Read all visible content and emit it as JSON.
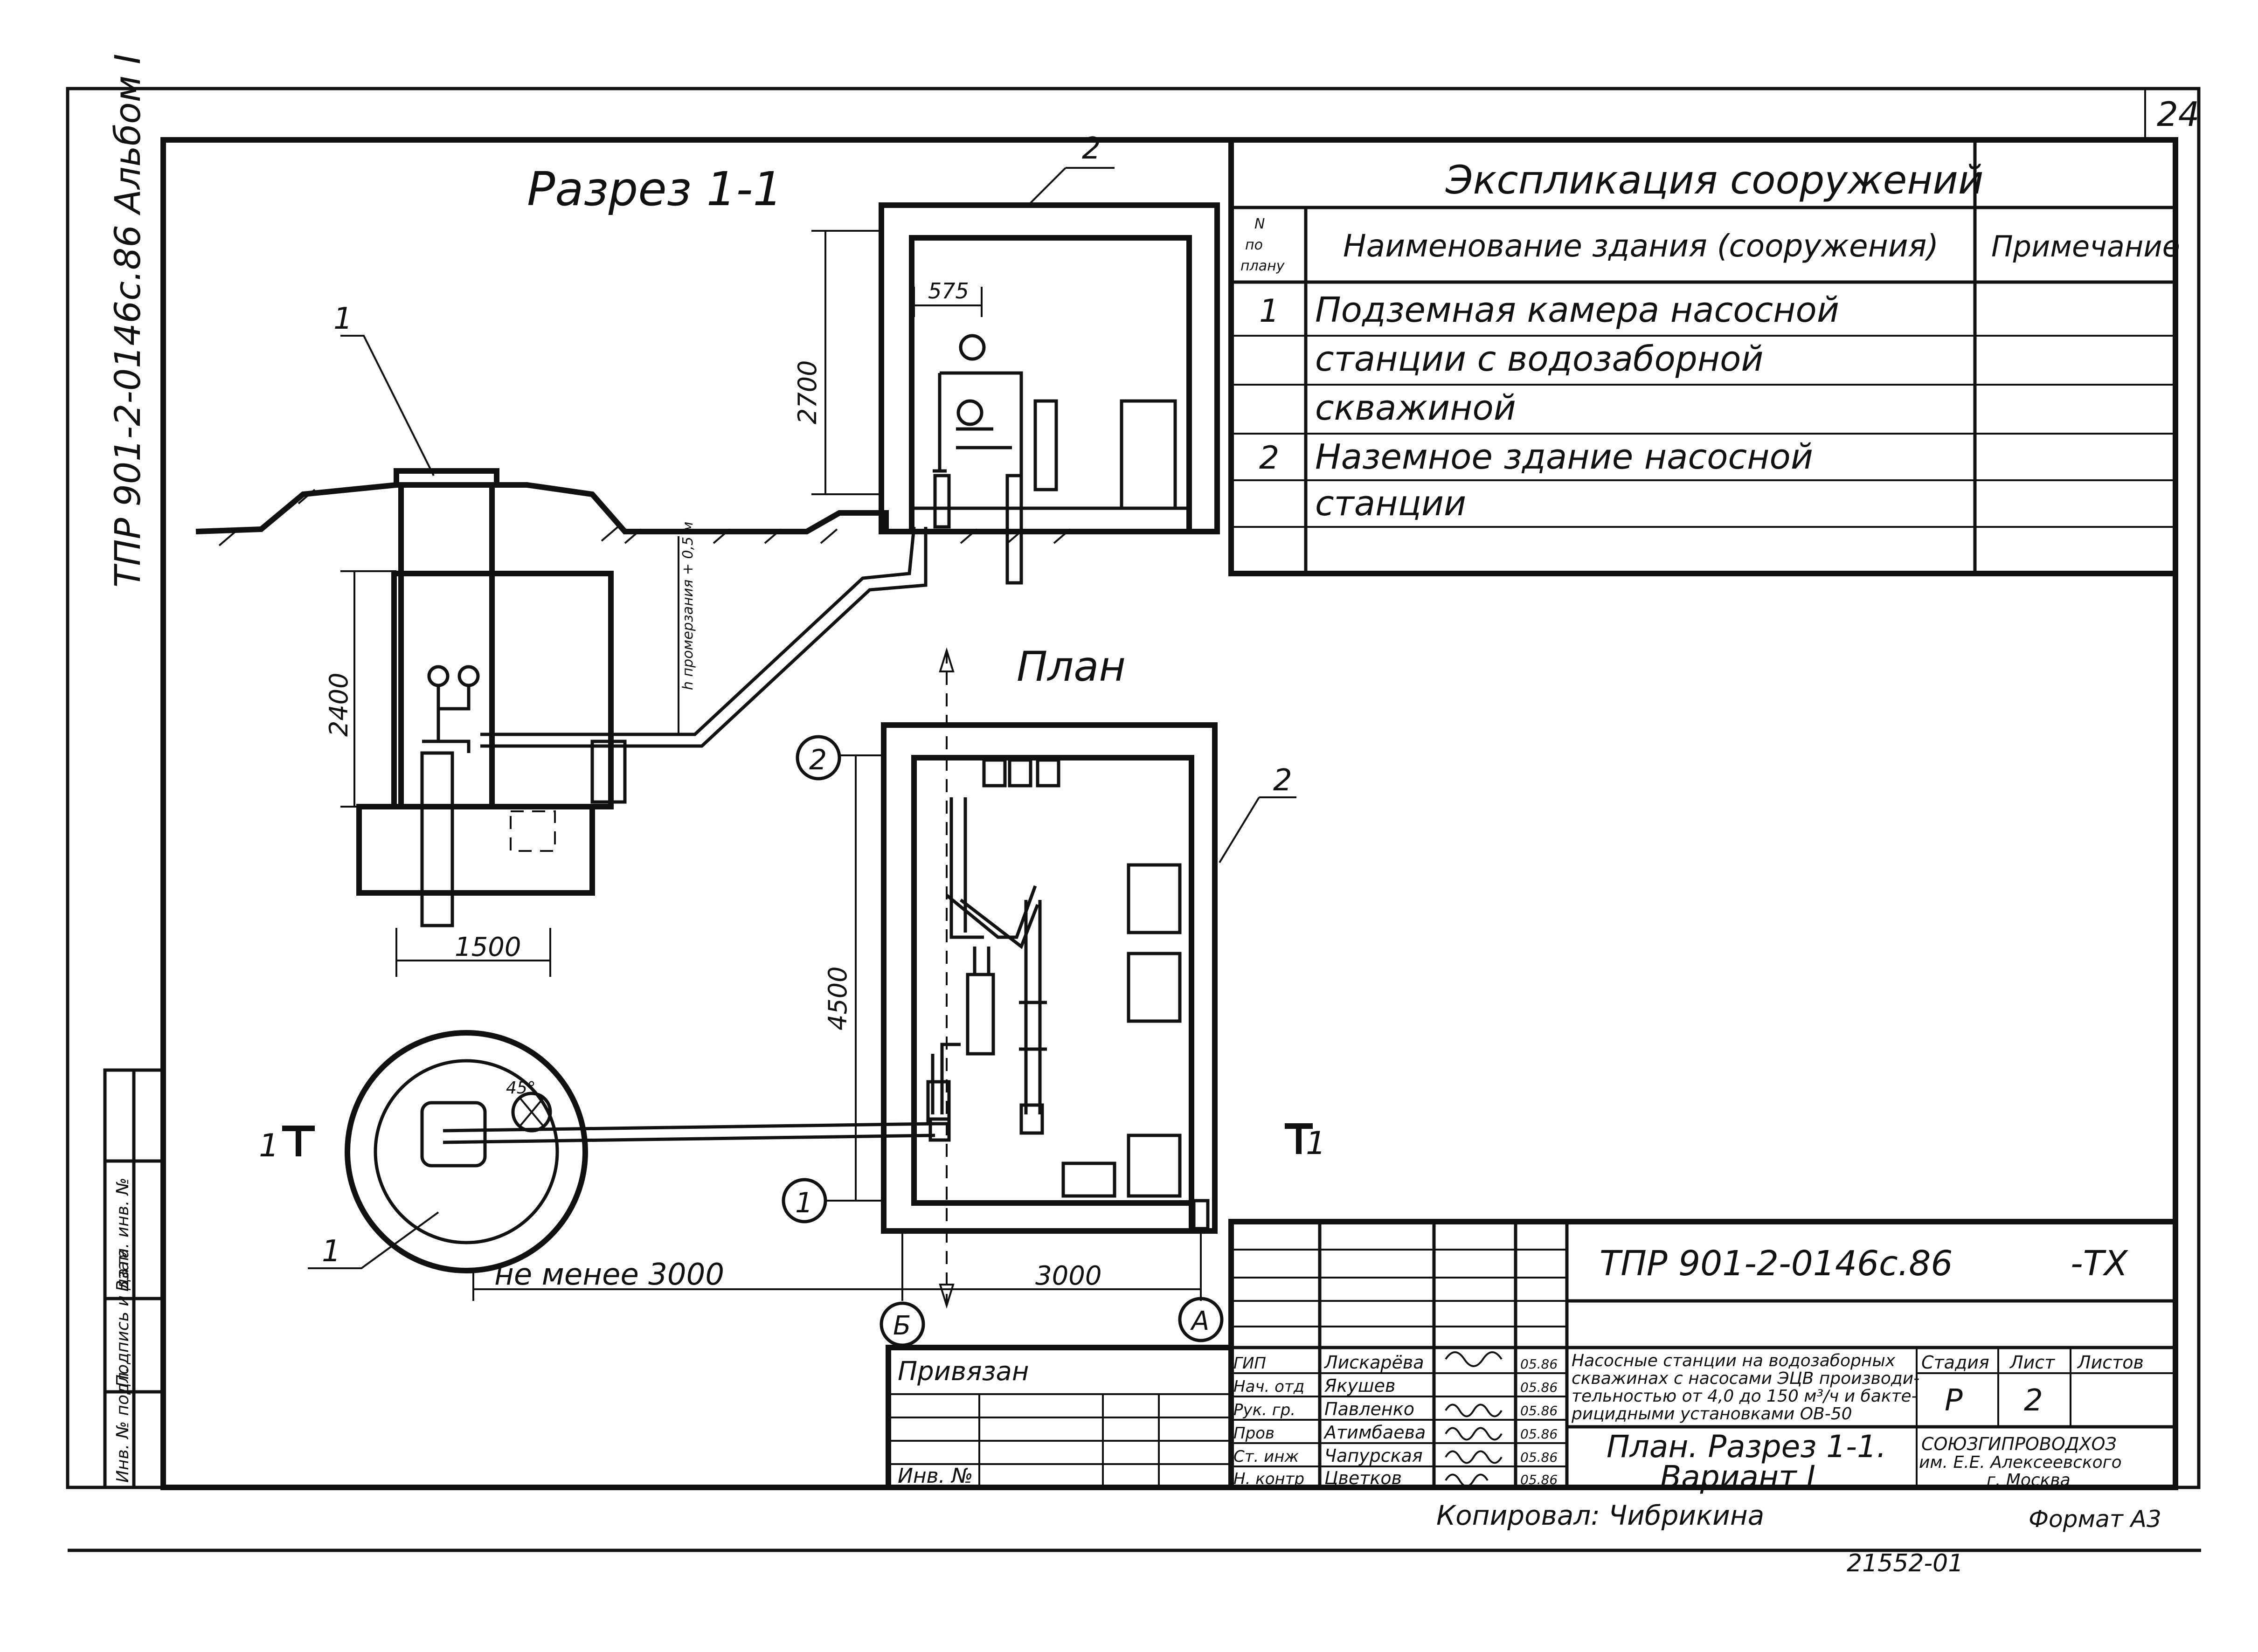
{
  "sheet": {
    "page_number": "24",
    "side_code": "ТПР 901-2-0146с.86 Альбом I",
    "copied_by": "Копировал: Чибрикина",
    "format": "Формат А3",
    "archive_number": "21552-01"
  },
  "section": {
    "title": "Разрез 1-1",
    "dims": {
      "height_building": "2700",
      "offset_pump": "575",
      "depth_chamber": "2400",
      "width_chamber": "1500",
      "pipe_depth": "h промерзания + 0,5 м"
    },
    "callouts": {
      "chamber": "1",
      "building": "2"
    }
  },
  "plan": {
    "title": "План",
    "dims": {
      "length": "4500",
      "width": "3000",
      "distance": "не менее 3000",
      "angle": "45°"
    },
    "callouts": {
      "chamber": "1",
      "building": "2"
    },
    "axes": {
      "row_top": "2",
      "row_bottom": "1",
      "col_left": "Б",
      "col_right": "А"
    },
    "section_mark_left": "1",
    "section_mark_right": "1"
  },
  "explication": {
    "title": "Экспликация сооружений",
    "headers": {
      "num": "N по плану",
      "name": "Наименование здания (сооружения)",
      "note": "Примечание"
    },
    "rows": [
      {
        "num": "1",
        "name": "Подземная камера насосной"
      },
      {
        "num": "",
        "name": "станции с водозаборной"
      },
      {
        "num": "",
        "name": "скважиной"
      },
      {
        "num": "2",
        "name": "Наземное здание насосной"
      },
      {
        "num": "",
        "name": "станции"
      }
    ]
  },
  "title_block": {
    "code": "ТПР 901-2-0146с.86",
    "suffix": "-ТХ",
    "privyazan": "Привязан",
    "inv_no": "Инв. №",
    "project_lines": [
      "Насосные станции на водозаборных",
      "скважинах с насосами ЭЦВ производи-",
      "тельностью от 4,0 до 150 м³/ч и бакте-",
      "рицидными установками ОВ-50"
    ],
    "drawing_title_1": "План. Разрез 1-1.",
    "drawing_title_2": "Вариант I",
    "stage_label": "Стадия",
    "sheet_label": "Лист",
    "sheets_label": "Листов",
    "stage": "Р",
    "sheet_num": "2",
    "org_lines": [
      "СОЮЗГИПРОВОДХОЗ",
      "им. Е.Е. Алексеевского",
      "г. Москва"
    ],
    "people": [
      {
        "role": "ГИП",
        "name": "Лискарёва",
        "date": "05.86"
      },
      {
        "role": "Нач. отд",
        "name": "Якушев",
        "date": "05.86"
      },
      {
        "role": "Рук. гр.",
        "name": "Павленко",
        "date": "05.86"
      },
      {
        "role": "Пров",
        "name": "Атимбаева",
        "date": "05.86"
      },
      {
        "role": "Ст. инж",
        "name": "Чапурская",
        "date": "05.86"
      },
      {
        "role": "Н. контр",
        "name": "Цветков",
        "date": "05.86"
      }
    ]
  },
  "margin_stamp": [
    "Инв. № подл.",
    "Подпись и дата",
    "Взам. инв. №"
  ]
}
